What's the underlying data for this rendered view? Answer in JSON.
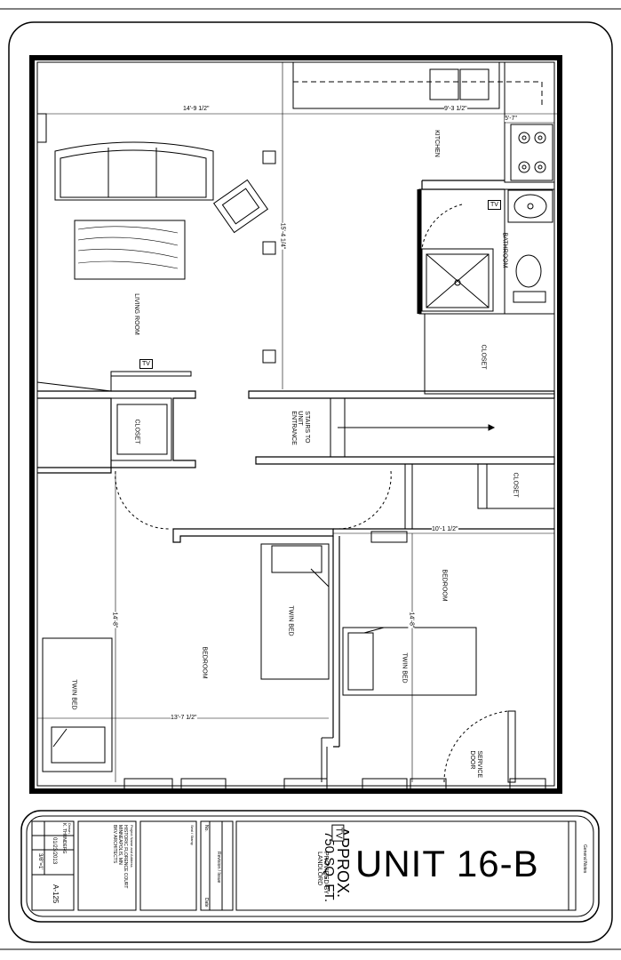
{
  "rooms": {
    "living_room": "LIVING ROOM",
    "kitchen": "KITCHEN",
    "bathroom": "BATHROOM",
    "closet_right_upper": "CLOSET",
    "closet_left": "CLOSET",
    "closet_right_lower": "CLOSET",
    "stairs": "STAIRS TO\nUNIT\nENTRANCE",
    "bedroom_left": "BEDROOM",
    "bedroom_right": "BEDROOM",
    "twin_bed_center": "TWIN BED",
    "twin_bed_left": "TWIN BED",
    "twin_bed_right": "TWIN BED",
    "service_door": "SERVICE\nDOOR"
  },
  "dimensions": {
    "living_width": "14'-9 1/2\"",
    "kitchen_width": "9'-3 1/2\"",
    "kitchen_small": "5'-7\"",
    "living_depth": "15'-4 1/4\"",
    "bedroom_right_width": "10'-1 1/2\"",
    "bedroom_left_depth": "14'-8\"",
    "bedroom_right_depth": "14'-8\"",
    "bedroom_left_width": "13'-7 1/2\""
  },
  "tv_label": "TV",
  "title_block": {
    "unit": "UNIT 16-B",
    "approx": "APPROX.",
    "sqft": "750 SQ. FT.",
    "tv": "TV",
    "provided": "PROVIDED BY\nLANDLORD",
    "general_notes": "General Notes",
    "revision_status": "Revision / Issue",
    "no": "No.",
    "date": "Date",
    "project_name_label": "Project Name and Address",
    "project_name": "HISTORIC FLORENCE COURT\nMINNEAPOLIS, MN\nBKV ARCHITECTS",
    "drawn_label": "Drawn",
    "drawn": "K. THUNDERG",
    "date_value": "01/23/2013",
    "scale": "3/8\"=1'",
    "sheet": "A-125",
    "seal": "Seal / Stamp"
  }
}
